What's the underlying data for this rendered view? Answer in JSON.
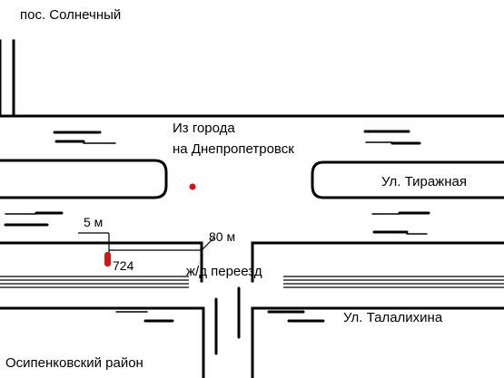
{
  "labels": {
    "settlement": "пос. Солнечный",
    "direction_line1": "Из города",
    "direction_line2": "на Днепропетровск",
    "street_tirazhnaya": "Ул. Тиражная",
    "distance_5m": "5 м",
    "distance_80m": "80 м",
    "marker_724": "724",
    "railway_crossing": "ж/д переезд",
    "street_talalikhina": "Ул. Талалихина",
    "district": "Осипенковский район"
  },
  "colors": {
    "road": "#000000",
    "marker": "#dd1111"
  }
}
